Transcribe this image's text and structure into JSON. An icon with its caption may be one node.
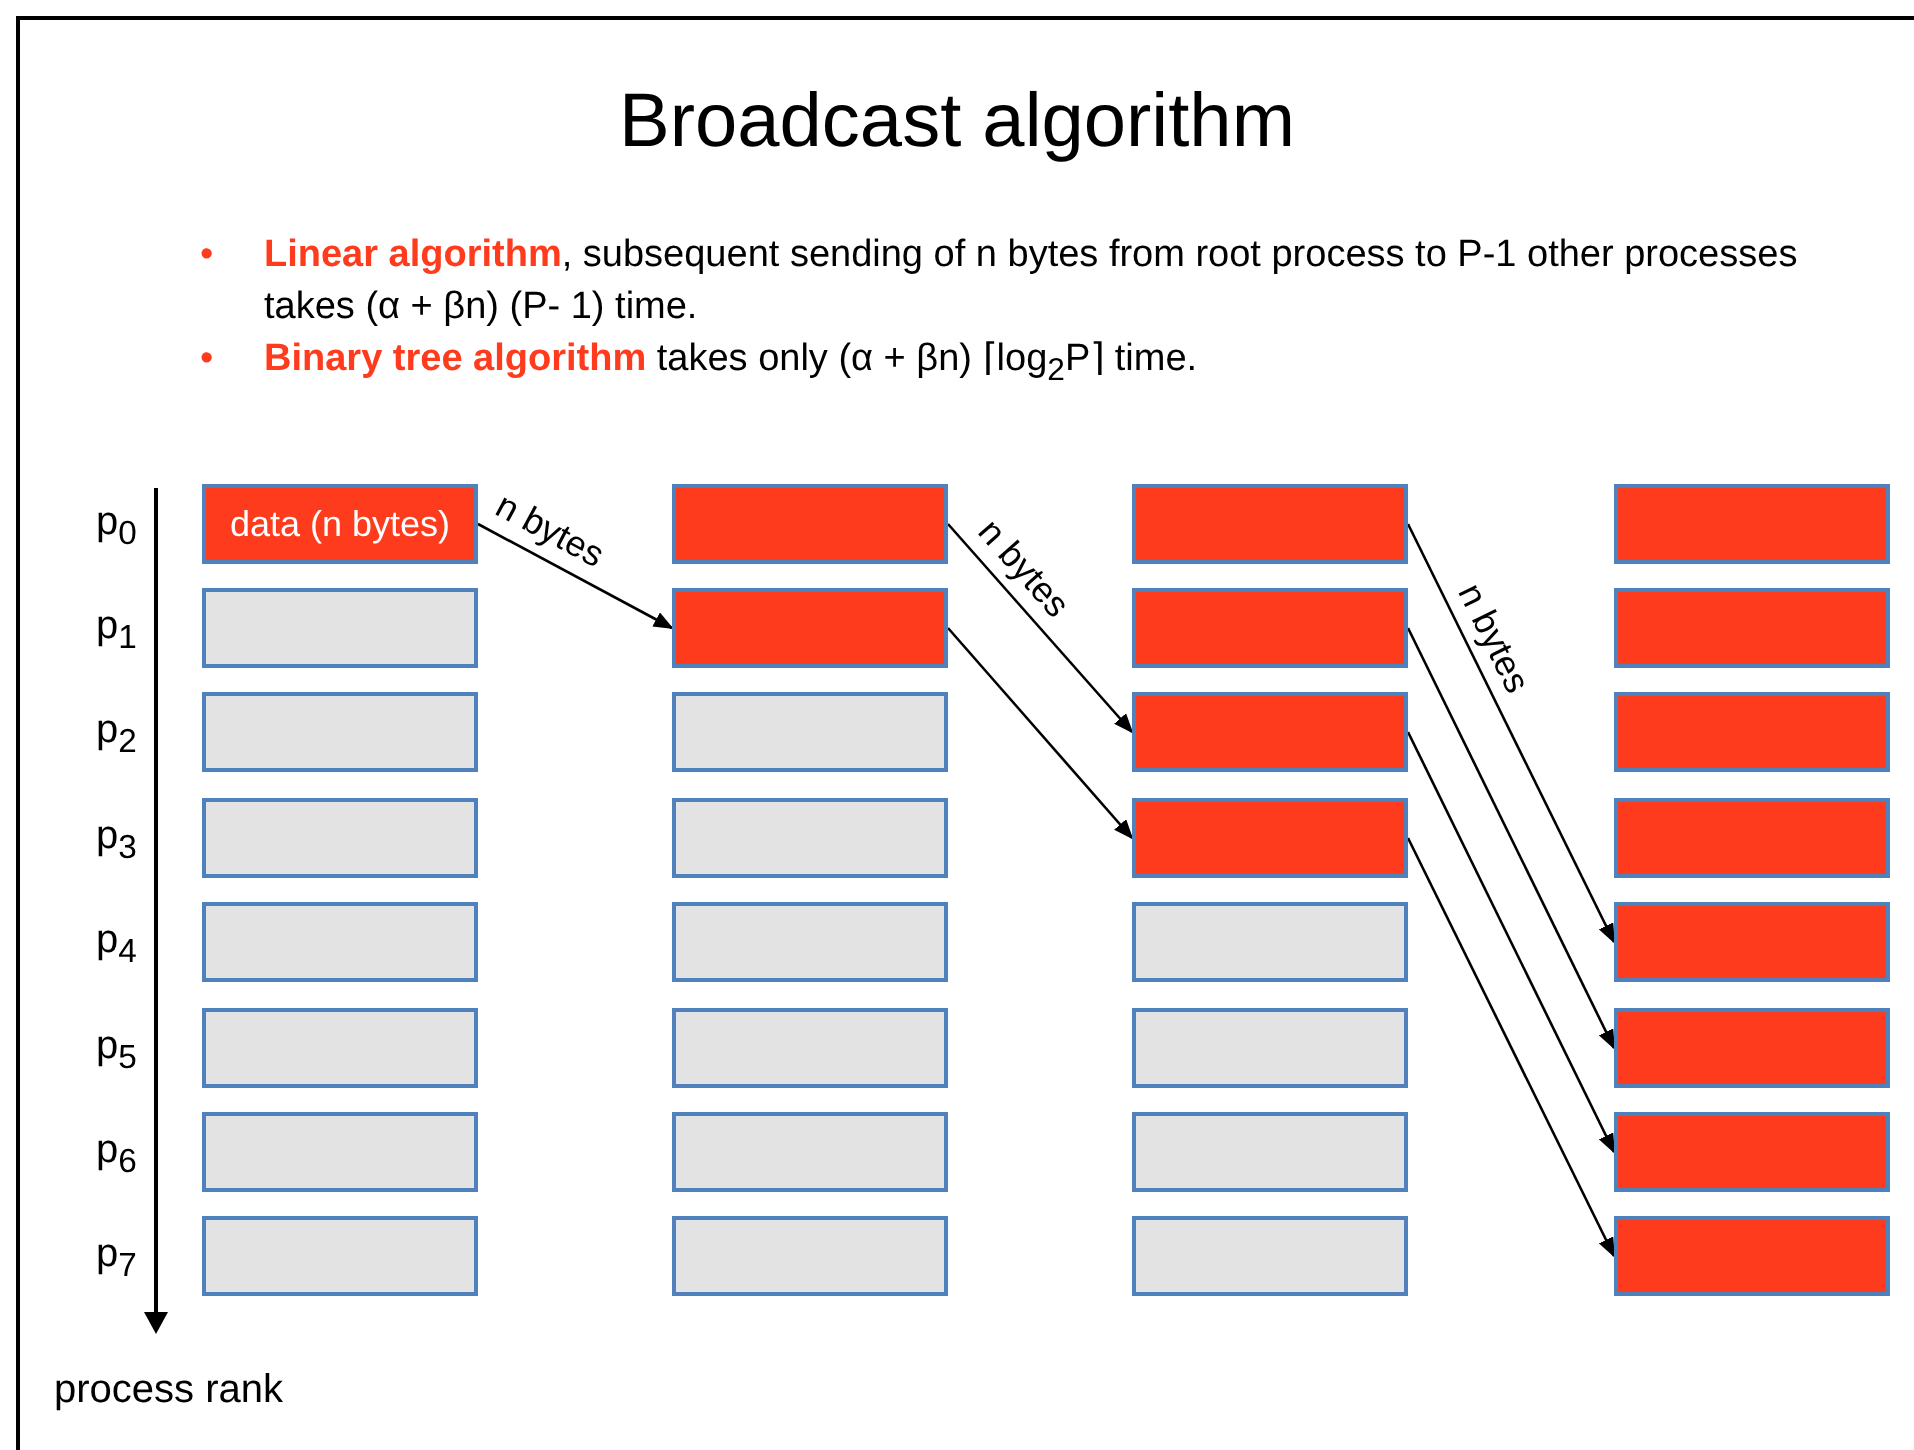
{
  "diagram": {
    "title": "Broadcast algorithm",
    "nodes": [
      {
        "text": [
          "data (n bytes)"
        ]
      },
      {
        "text": [],
        "shape": "box"
      },
      {
        "text": [],
        "shape": "box"
      },
      {
        "text": [],
        "shape": "box"
      },
      {
        "text": [],
        "shape": "box"
      },
      {
        "text": [],
        "shape": "box"
      },
      {
        "text": [],
        "shape": "box"
      },
      {
        "text": [],
        "shape": "box"
      },
      {
        "text": [],
        "shape": "box"
      },
      {
        "text": [],
        "shape": "box"
      },
      {
        "text": [],
        "shape": "box"
      },
      {
        "text": [],
        "shape": "box"
      },
      {
        "text": [],
        "shape": "box"
      },
      {
        "text": [],
        "shape": "box"
      },
      {
        "text": [],
        "shape": "box"
      },
      {
        "text": [],
        "shape": "box"
      },
      {
        "text": [],
        "shape": "box"
      },
      {
        "text": [],
        "shape": "box"
      },
      {
        "text": [],
        "shape": "box"
      },
      {
        "text": [],
        "shape": "box"
      },
      {
        "text": [],
        "shape": "box"
      },
      {
        "text": [],
        "shape": "box"
      },
      {
        "text": [],
        "shape": "box"
      },
      {
        "text": [],
        "shape": "box"
      },
      {
        "text": [],
        "shape": "box"
      },
      {
        "text": [],
        "shape": "box"
      },
      {
        "text": [],
        "shape": "box"
      },
      {
        "text": [],
        "shape": "box"
      },
      {
        "text": [],
        "shape": "box"
      },
      {
        "text": [],
        "shape": "box"
      },
      {
        "text": [],
        "shape": "box"
      },
      {
        "text": [],
        "shape": "box"
      }
    ],
    "edges": [
      {
        "from": 0,
        "to": 5,
        "arrow": "to",
        "label": "n bytes"
      },
      {
        "from": 1,
        "to": 10,
        "arrow": "to",
        "label": "n bytes"
      },
      {
        "from": 5,
        "to": 14,
        "arrow": "to"
      },
      {
        "from": 2,
        "to": 19,
        "arrow": "to",
        "label": "n bytes"
      },
      {
        "from": 6,
        "to": 23,
        "arrow": "to"
      },
      {
        "from": 10,
        "to": 27,
        "arrow": "to"
      },
      {
        "from": 14,
        "to": 31,
        "arrow": "to"
      }
    ],
    "labels": [
      "•",
      "**Linear algorithm**, subsequent sending of n bytes from root process to P-1 other processes takes (α + βn) (P- 1) time.",
      "•",
      "**Binary tree algorithm** takes only (α + βn) ⌈log$_{2}$P⌉ time.",
      "p$_{0}$",
      "p$_{1}$",
      "p$_{2}$",
      "p$_{3}$",
      "p$_{4}$",
      "p$_{5}$",
      "p$_{6}$",
      "p$_{7}$",
      "process rank"
    ]
  }
}
